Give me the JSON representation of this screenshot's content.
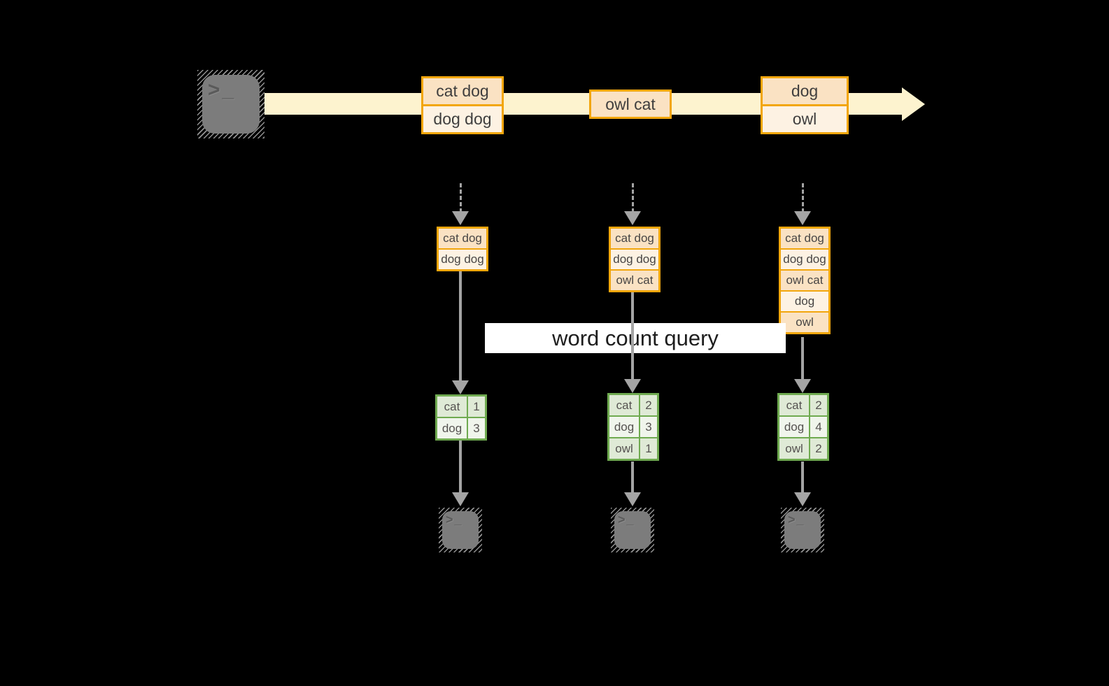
{
  "query_label": "word count query",
  "stream": {
    "events": [
      {
        "lines": [
          "cat dog",
          "dog dog"
        ]
      },
      {
        "lines": [
          "owl cat"
        ]
      },
      {
        "lines": [
          "dog",
          "owl"
        ]
      }
    ]
  },
  "states": [
    {
      "rows": [
        "cat dog",
        "dog dog"
      ]
    },
    {
      "rows": [
        "cat dog",
        "dog dog",
        "owl cat"
      ]
    },
    {
      "rows": [
        "cat dog",
        "dog dog",
        "owl cat",
        "dog",
        "owl"
      ]
    }
  ],
  "results": [
    {
      "rows": [
        {
          "word": "cat",
          "count": "1"
        },
        {
          "word": "dog",
          "count": "3"
        }
      ]
    },
    {
      "rows": [
        {
          "word": "cat",
          "count": "2"
        },
        {
          "word": "dog",
          "count": "3"
        },
        {
          "word": "owl",
          "count": "1"
        }
      ]
    },
    {
      "rows": [
        {
          "word": "cat",
          "count": "2"
        },
        {
          "word": "dog",
          "count": "4"
        },
        {
          "word": "owl",
          "count": "2"
        }
      ]
    }
  ],
  "icons": {
    "terminal_chevron": ">",
    "terminal_underscore": "_"
  },
  "colors": {
    "background": "#000000",
    "stream_band": "#fdf3cf",
    "event_border": "#f2a60d",
    "event_cell_dark": "#fae2c3",
    "event_cell_light": "#fdf2e3",
    "result_border": "#6faa50",
    "result_cell_dark": "#dfead6",
    "result_cell_light": "#f0f5ec",
    "arrow_gray": "#a4a4a4",
    "terminal_gray": "#7c7c7c",
    "label_background": "#ffffff",
    "label_text": "#1d1d1d"
  }
}
